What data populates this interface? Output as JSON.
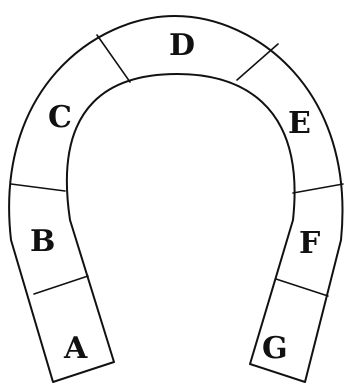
{
  "diagram": {
    "segments": [
      {
        "key": "A",
        "label": "A"
      },
      {
        "key": "B",
        "label": "B"
      },
      {
        "key": "C",
        "label": "C"
      },
      {
        "key": "D",
        "label": "D"
      },
      {
        "key": "E",
        "label": "E"
      },
      {
        "key": "F",
        "label": "F"
      },
      {
        "key": "G",
        "label": "G"
      }
    ],
    "stroke_color": "#111111",
    "background_color": "#ffffff"
  }
}
